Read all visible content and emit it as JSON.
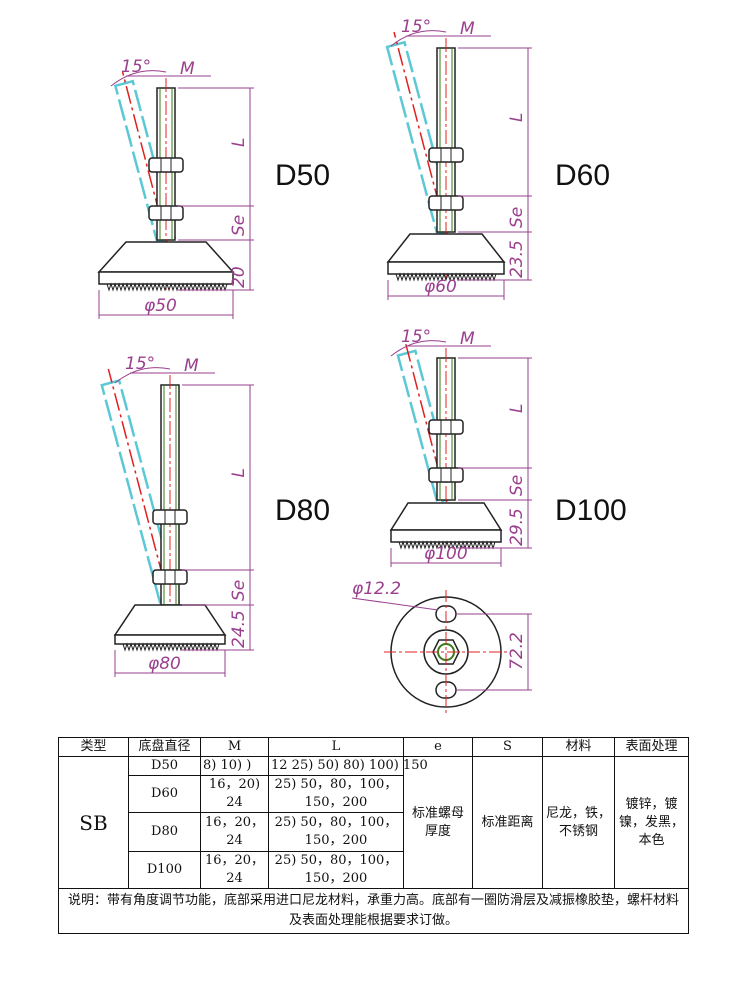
{
  "drawings": [
    {
      "id": "d50",
      "name": "D50",
      "angle": "15°",
      "m": "M",
      "l": "L",
      "se": "Se",
      "h": "20",
      "dia": "φ50"
    },
    {
      "id": "d60",
      "name": "D60",
      "angle": "15°",
      "m": "M",
      "l": "L",
      "se": "Se",
      "h": "23.5",
      "dia": "φ60"
    },
    {
      "id": "d80",
      "name": "D80",
      "angle": "15°",
      "m": "M",
      "l": "L",
      "se": "Se",
      "h": "24.5",
      "dia": "φ80"
    },
    {
      "id": "d100",
      "name": "D100",
      "angle": "15°",
      "m": "M",
      "l": "L",
      "se": "Se",
      "h": "29.5",
      "dia": "φ100",
      "hole": "φ12.2",
      "pitch": "72.2"
    }
  ],
  "colors": {
    "dim": "#9a3f8e",
    "cyan": "#5bc8d6",
    "red": "#e02020",
    "stem": "#3a7a1a"
  },
  "table": {
    "headers": [
      "类型",
      "底盘直径",
      "M",
      "L",
      "e",
      "S",
      "材料",
      "表面处理"
    ],
    "type": "SB",
    "rows": [
      {
        "dia": "D50",
        "m": "8) 10) )",
        "l": "12  25) 50) 80) 100) 150"
      },
      {
        "dia": "D60",
        "m": "16，20) 24",
        "l": "25) 50，80，100，150，200"
      },
      {
        "dia": "D80",
        "m": "16，20，24",
        "l": "25) 50，80，100，150，200"
      },
      {
        "dia": "D100",
        "m": "16，20，24",
        "l": "25) 50，80，100，150，200"
      }
    ],
    "e": "标准螺母厚度",
    "s": "标准距离",
    "material": "尼龙，铁，不锈钢",
    "finish": "镀锌，镀镍，发黑，本色",
    "note": "说明：带有角度调节功能，底部采用进口尼龙材料，承重力高。底部有一圈防滑层及减振橡胶垫，螺杆材料及表面处理能根据要求订做。"
  }
}
